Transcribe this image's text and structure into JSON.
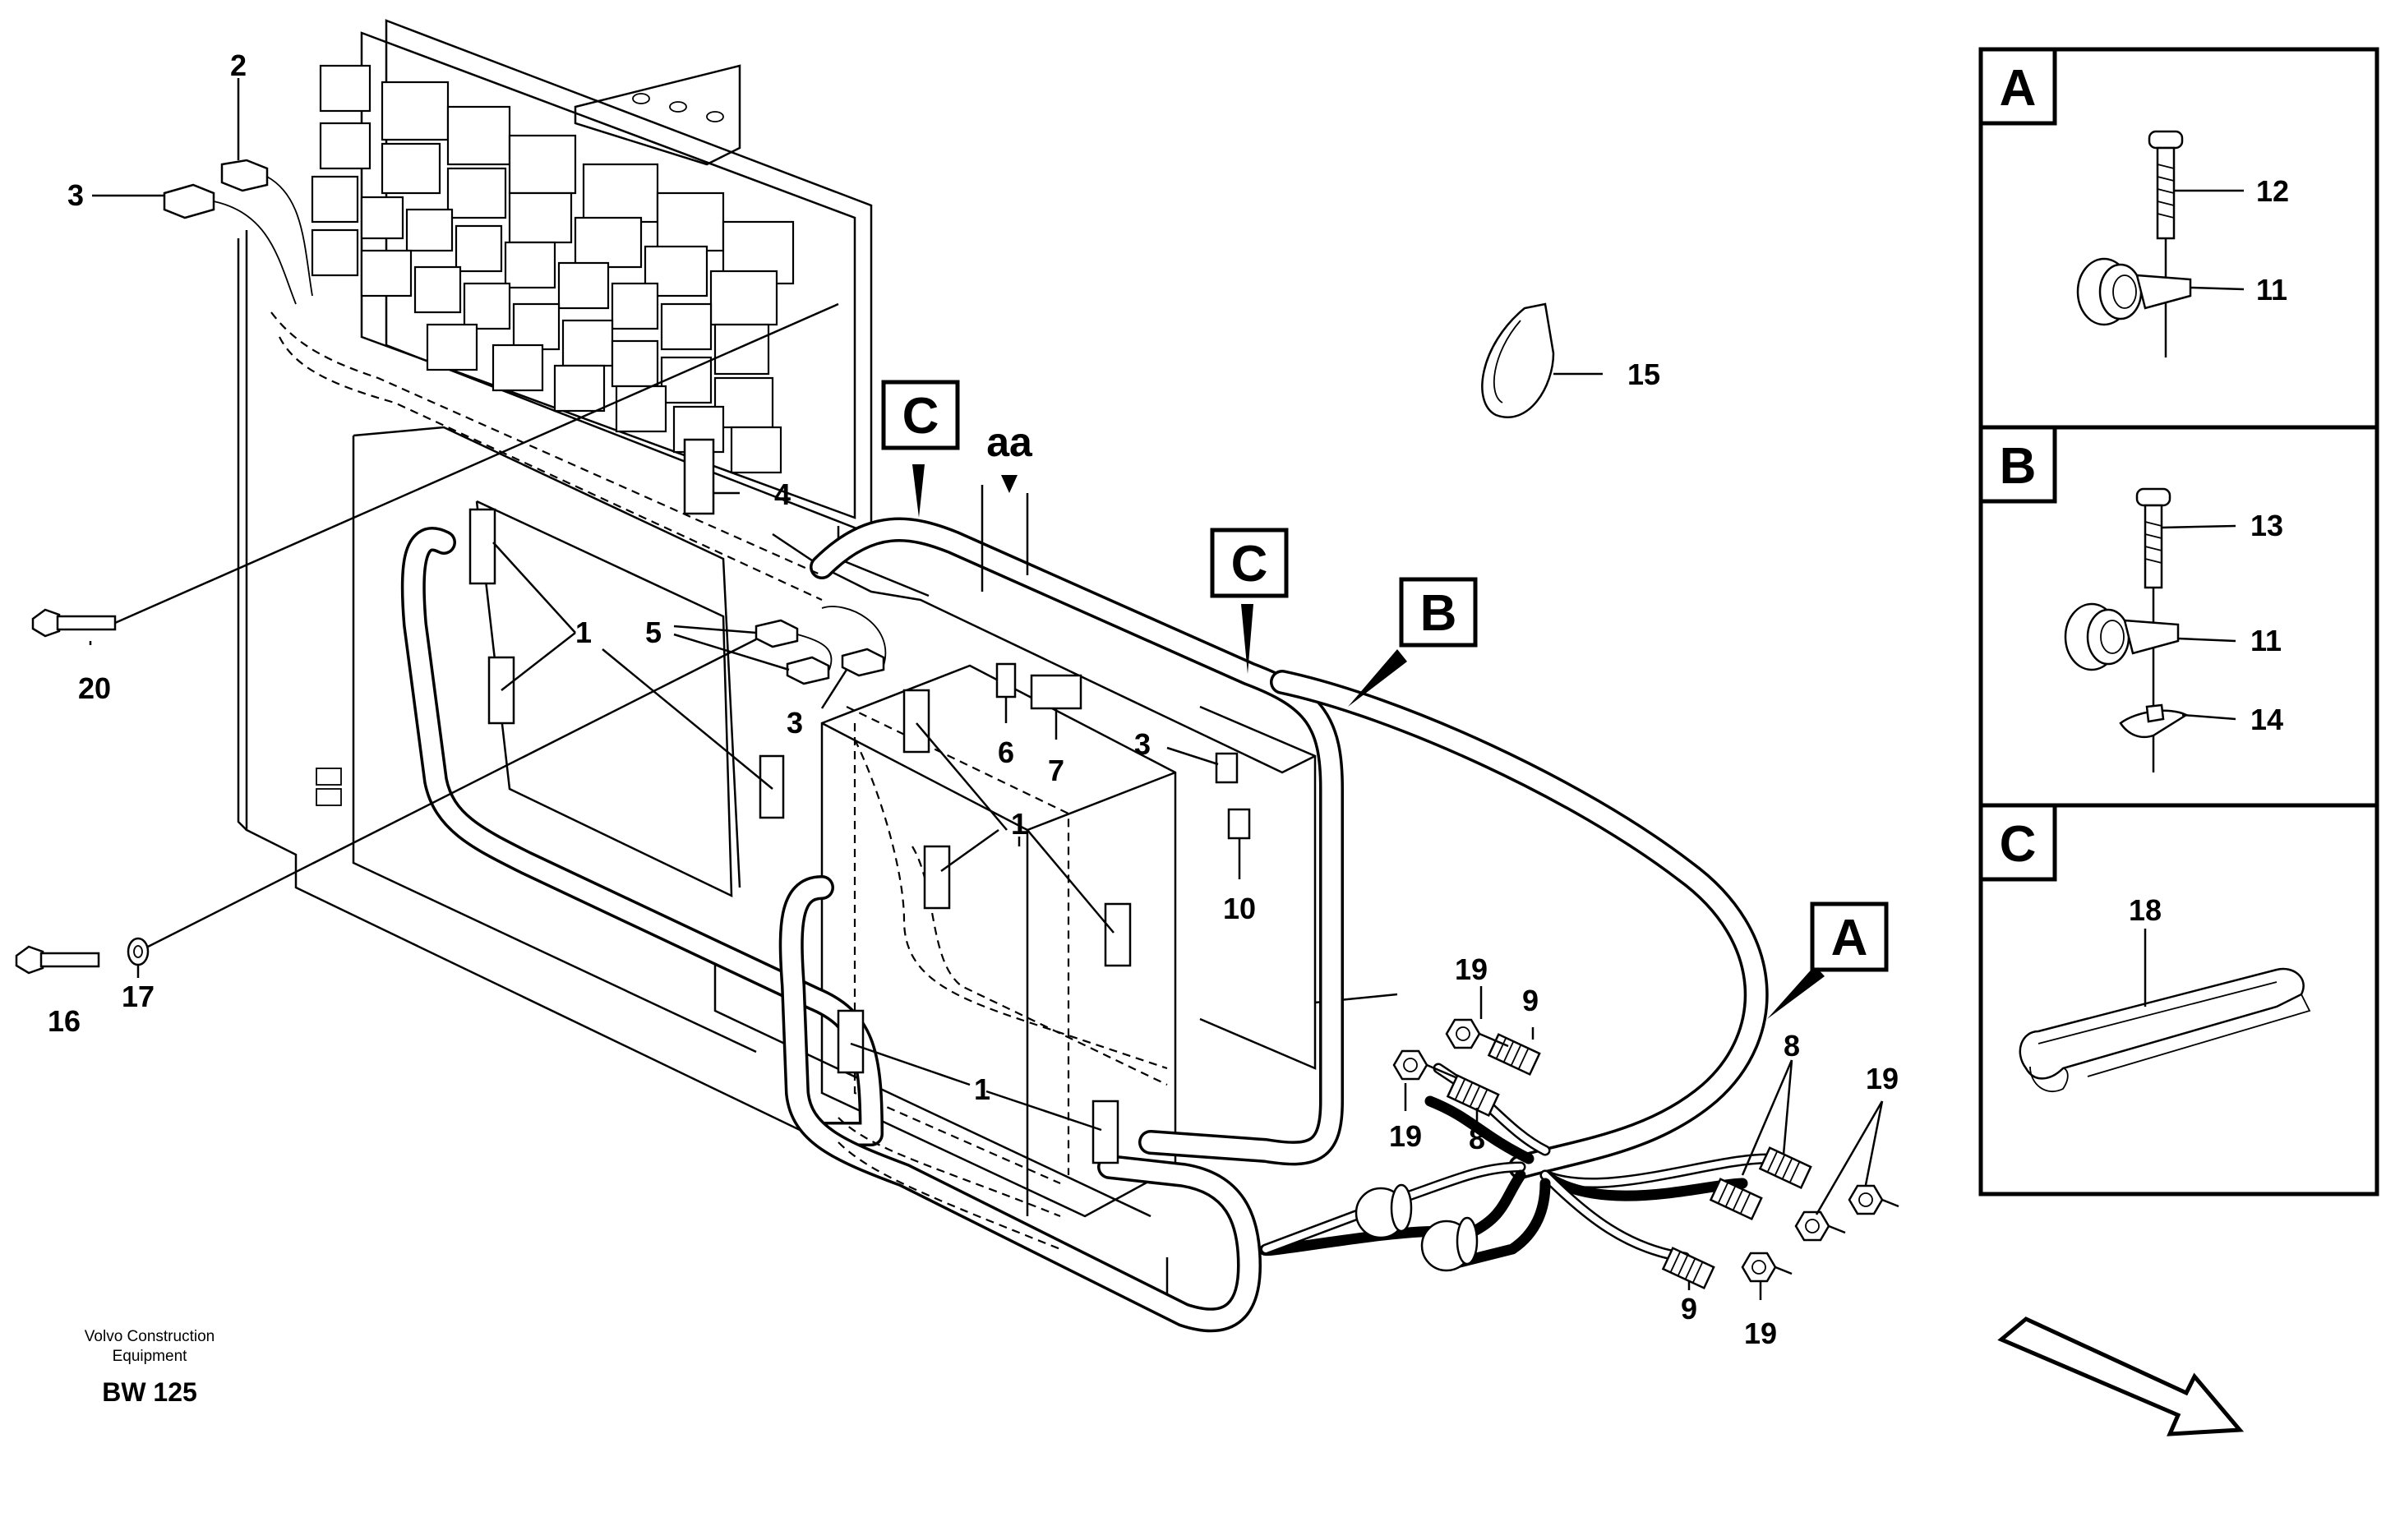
{
  "callouts": {
    "c1a": "1",
    "c1b": "1",
    "c1c": "1",
    "c2": "2",
    "c3a": "3",
    "c3b": "3",
    "c3c": "3",
    "c4": "4",
    "c5": "5",
    "c6": "6",
    "c7": "7",
    "c8a": "8",
    "c8b": "8",
    "c9a": "9",
    "c9b": "9",
    "c10": "10",
    "c15": "15",
    "c16": "16",
    "c17": "17",
    "c19a": "19",
    "c19b": "19",
    "c19c": "19",
    "c19d": "19",
    "c20": "20",
    "aa": "aa"
  },
  "view_markers": {
    "c_top": "C",
    "c_mid": "C",
    "b": "B",
    "a": "A"
  },
  "detail_panels": {
    "a": {
      "title": "A",
      "labels": [
        "12",
        "11"
      ]
    },
    "b": {
      "title": "B",
      "labels": [
        "13",
        "11",
        "14"
      ]
    },
    "c": {
      "title": "C",
      "labels": [
        "18"
      ]
    }
  },
  "footer": {
    "company_line1": "Volvo Construction",
    "company_line2": "Equipment",
    "code": "BW 125"
  },
  "icons": {
    "direction": "arrow-right-down-icon"
  }
}
